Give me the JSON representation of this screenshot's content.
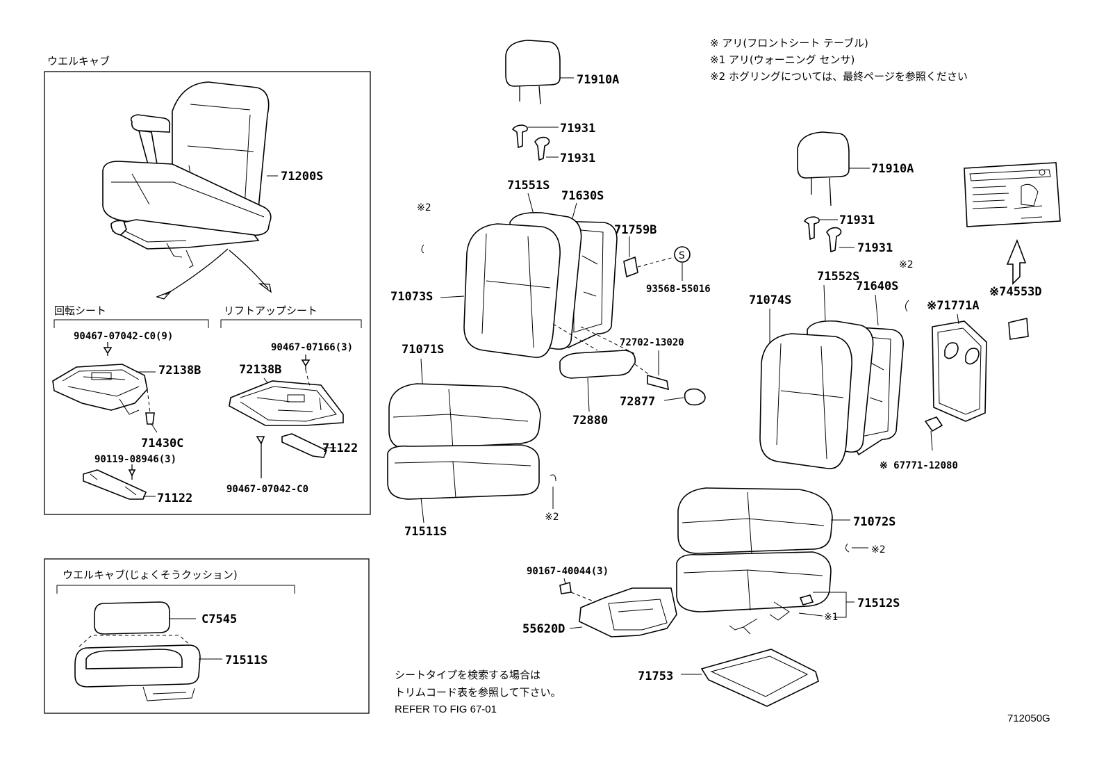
{
  "notes": {
    "n0": "※  アリ(フロントシート テーブル)",
    "n1": "※1 アリ(ウォーニング センサ)",
    "n2": "※2 ホグリングについては、最終ページを参照ください"
  },
  "sections": {
    "welcab": "ウエルキャブ",
    "rotating_seat": "回転シート",
    "liftup_seat": "リフトアップシート",
    "welcab_cushion": "ウエルキャブ(じょくそうクッション)"
  },
  "parts": {
    "p71200S": "71200S",
    "p90467_07042_C0_9": "90467-07042-C0(9)",
    "p72138B_a": "72138B",
    "p71430C": "71430C",
    "p90119_08946_3": "90119-08946(3)",
    "p71122_a": "71122",
    "p90467_07166_3": "90467-07166(3)",
    "p72138B_b": "72138B",
    "p71122_b": "71122",
    "p90467_07042_C0": "90467-07042-C0",
    "pC7545": "C7545",
    "p71511S_a": "71511S",
    "p71910A_a": "71910A",
    "p71931_a": "71931",
    "p71931_b": "71931",
    "p71551S": "71551S",
    "p71630S": "71630S",
    "p71759B": "71759B",
    "p93568_55016": "93568-55016",
    "p71073S": "71073S",
    "p72702_13020": "72702-13020",
    "p72877": "72877",
    "p72880": "72880",
    "p71071S": "71071S",
    "p71511S_b": "71511S",
    "p71910A_b": "71910A",
    "p71931_c": "71931",
    "p71931_d": "71931",
    "p71552S": "71552S",
    "p71640S": "71640S",
    "p71074S": "71074S",
    "p71771A": "※71771A",
    "p74553D": "※74553D",
    "p67771_12080": "※ 67771-12080",
    "p71072S": "71072S",
    "p90167_40044_3": "90167-40044(3)",
    "p55620D": "55620D",
    "p71512S": "71512S",
    "p71753": "71753"
  },
  "marks": {
    "m2a": "※2",
    "m2b": "※2",
    "m2c": "※2",
    "m2d": "※2",
    "m1": "※1",
    "s_circle": "S"
  },
  "footer": {
    "line1": "シートタイプを検索する場合は",
    "line2": "トリムコード表を参照して下さい。",
    "line3": "REFER TO FIG 67-01",
    "fig_id": "712050G"
  }
}
